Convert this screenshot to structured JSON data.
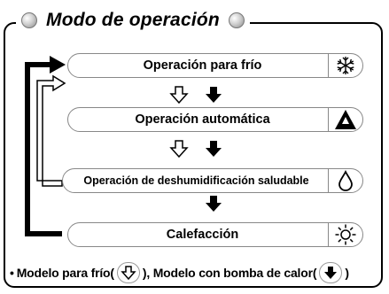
{
  "title": "Modo de operación",
  "modes": [
    {
      "label": "Operación para frío",
      "icon": "snowflake-icon"
    },
    {
      "label": "Operación automática",
      "icon": "auto-triangle-icon"
    },
    {
      "label": "Operación de deshumidificación saludable",
      "icon": "water-drop-icon"
    },
    {
      "label": "Calefacción",
      "icon": "sun-icon"
    }
  ],
  "footnote": {
    "bullet": "•",
    "cool_model_text": "Modelo para frío(",
    "heat_pump_text": "), Modelo con bomba de calor(",
    "closing": ")",
    "cool_model_icon": "hollow-down-arrow-icon",
    "heat_pump_icon": "solid-down-arrow-icon"
  }
}
